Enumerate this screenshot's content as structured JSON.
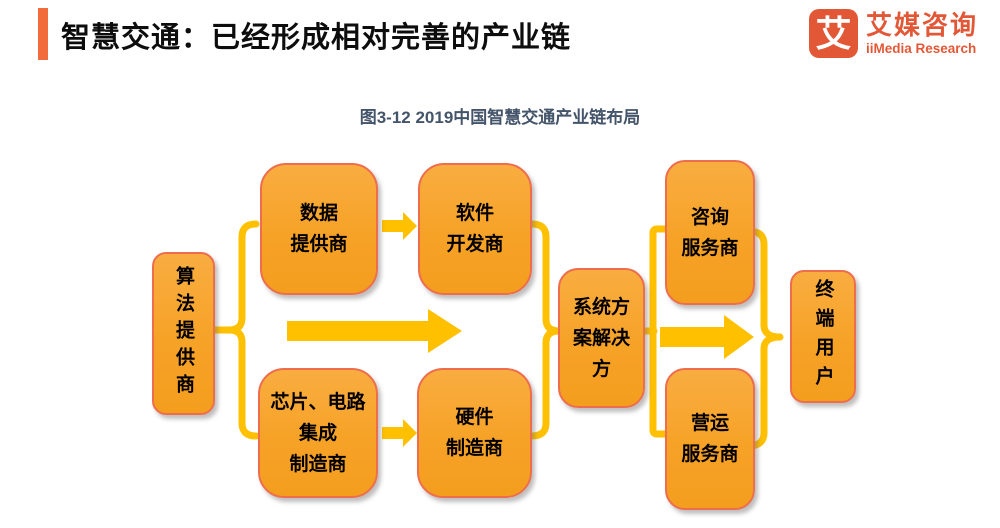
{
  "header": {
    "title": "智慧交通：已经形成相对完善的产业链"
  },
  "logo": {
    "icon_char": "艾",
    "brand_cn": "艾媒咨询",
    "brand_en": "iiMedia Research"
  },
  "diagram": {
    "caption": "图3-12 2019中国智慧交通产业链布局",
    "nodes": {
      "algorithm": {
        "label": "算法提供商"
      },
      "data": {
        "lines": [
          "数据",
          "提供商"
        ]
      },
      "software": {
        "lines": [
          "软件",
          "开发商"
        ]
      },
      "chip": {
        "lines": [
          "芯片、电路",
          "集成",
          "制造商"
        ]
      },
      "hardware": {
        "lines": [
          "硬件",
          "制造商"
        ]
      },
      "system": {
        "lines": [
          "系统方",
          "案解决",
          "方"
        ]
      },
      "consulting": {
        "lines": [
          "咨询",
          "服务商"
        ]
      },
      "operation": {
        "lines": [
          "营运",
          "服务商"
        ]
      },
      "enduser": {
        "label": "终端用户"
      }
    },
    "flow": [
      "算法提供商 → 数据提供商 / 芯片、电路集成制造商",
      "数据提供商 → 软件开发商",
      "芯片、电路集成制造商 → 硬件制造商",
      "软件开发商 / 硬件制造商 → 系统方案解决方",
      "系统方案解决方 → 咨询服务商 / 营运服务商",
      "咨询服务商 / 营运服务商 → 终端用户"
    ]
  },
  "colors": {
    "accent_orange": "#F26B3A",
    "box_fill": "#F6A227",
    "box_border": "#ED6D4D",
    "connector_gold": "#FFC000",
    "caption_blue": "#44546A",
    "logo_red": "#E25837",
    "title_black": "#0d0d0d"
  }
}
